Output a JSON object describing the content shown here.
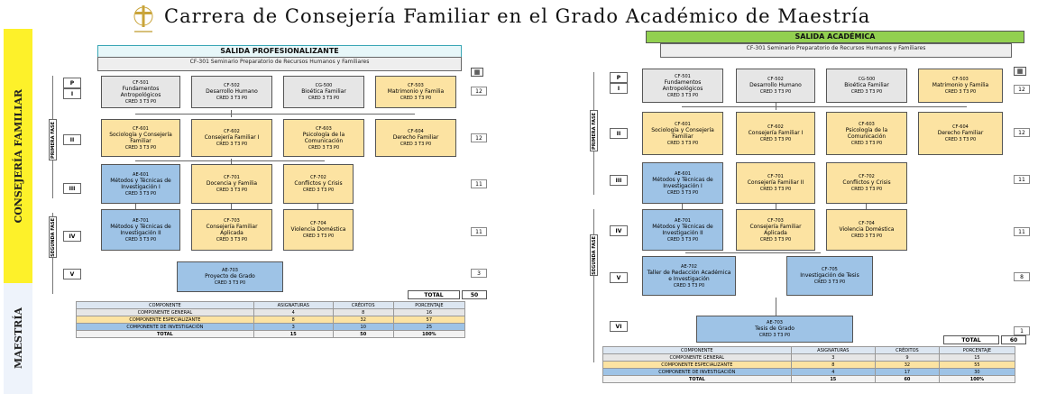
{
  "title": "Carrera de Consejería Familiar en el Grado Académico de Maestría",
  "band_labels": {
    "upper": "CONSEJERÍA FAMILIAR",
    "lower": "MAESTRÍA"
  },
  "left": {
    "section_label": "SALIDA PROFESIONALIZANTE",
    "subtitle": "CF-301 Seminario Preparatorio de Recursos Humanos y Familiares",
    "phase_labels": [
      "PRIMERA FASE",
      "SEGUNDA FASE"
    ],
    "semesters": [
      "P",
      "I",
      "II",
      "III",
      "IV",
      "V"
    ],
    "semester_credits": [
      "",
      "12",
      "12",
      "11",
      "11",
      "3"
    ],
    "row1": [
      {
        "code": "CF-501",
        "name": "Fundamentos Antropológicos",
        "hrs": "CRED 3 T3 P0"
      },
      {
        "code": "CF-502",
        "name": "Desarrollo Humano",
        "hrs": "CRED 3 T3 P0"
      },
      {
        "code": "CG-500",
        "name": "Bioética Familiar",
        "hrs": "CRED 3 T3 P0"
      },
      {
        "code": "CF-503",
        "name": "Matrimonio y Familia",
        "hrs": "CRED 3 T3 P0"
      }
    ],
    "row2": [
      {
        "code": "CF-601",
        "name": "Sociología y Consejería Familiar",
        "hrs": "CRED 3 T3 P0"
      },
      {
        "code": "CF-602",
        "name": "Consejería Familiar I",
        "hrs": "CRED 3 T3 P0"
      },
      {
        "code": "CF-603",
        "name": "Psicología de la Comunicación",
        "hrs": "CRED 3 T3 P0"
      },
      {
        "code": "CF-604",
        "name": "Derecho Familiar",
        "hrs": "CRED 3 T3 P0"
      }
    ],
    "row3": [
      {
        "code": "AE-601",
        "name": "Métodos y Técnicas de Investigación I",
        "hrs": "CRED 3 T3 P0"
      },
      {
        "code": "CF-701",
        "name": "Docencia y Familia",
        "hrs": "CRED 3 T3 P0"
      },
      {
        "code": "CF-702",
        "name": "Conflictos y Crisis",
        "hrs": "CRED 3 T3 P0"
      }
    ],
    "row4": [
      {
        "code": "AE-701",
        "name": "Métodos y Técnicas de Investigación II",
        "hrs": "CRED 3 T3 P0"
      },
      {
        "code": "CF-703",
        "name": "Consejería Familiar Aplicada",
        "hrs": "CRED 3 T3 P0"
      },
      {
        "code": "CF-704",
        "name": "Violencia Doméstica",
        "hrs": "CRED 3 T3 P0"
      }
    ],
    "row5": [
      {
        "code": "AE-703",
        "name": "Proyecto de Grado",
        "hrs": "CRED 3 T3 P0"
      }
    ],
    "total_label": "TOTAL",
    "total_value": "50",
    "table": {
      "headers": [
        "COMPONENTE",
        "ASIGNATURAS",
        "CRÉDITOS",
        "PORCENTAJE"
      ],
      "rows": [
        [
          "COMPONENTE GENERAL",
          "4",
          "8",
          "16"
        ],
        [
          "COMPONENTE ESPECIALIZANTE",
          "8",
          "32",
          "57"
        ],
        [
          "COMPONENTE DE INVESTIGACIÓN",
          "3",
          "10",
          "25"
        ],
        [
          "TOTAL",
          "15",
          "50",
          "100%"
        ]
      ]
    }
  },
  "right": {
    "section_label": "SALIDA ACADÉMICA",
    "subtitle": "CF-301 Seminario Preparatorio de Recursos Humanos y Familiares",
    "phase_labels": [
      "PRIMERA FASE",
      "SEGUNDA FASE"
    ],
    "semesters": [
      "P",
      "I",
      "II",
      "III",
      "IV",
      "V",
      "VI"
    ],
    "semester_credits": [
      "",
      "12",
      "12",
      "11",
      "11",
      "8",
      "1"
    ],
    "row1": [
      {
        "code": "CF-501",
        "name": "Fundamentos Antropológicos",
        "hrs": "CRED 3 T3 P0"
      },
      {
        "code": "CF-502",
        "name": "Desarrollo Humano",
        "hrs": "CRED 3 T3 P0"
      },
      {
        "code": "CG-500",
        "name": "Bioética Familiar",
        "hrs": "CRED 3 T3 P0"
      },
      {
        "code": "CF-503",
        "name": "Matrimonio y Familia",
        "hrs": "CRED 3 T3 P0"
      }
    ],
    "row2": [
      {
        "code": "CF-601",
        "name": "Sociología y Consejería Familiar",
        "hrs": "CRED 3 T3 P0"
      },
      {
        "code": "CF-602",
        "name": "Consejería Familiar I",
        "hrs": "CRED 3 T3 P0"
      },
      {
        "code": "CF-603",
        "name": "Psicología de la Comunicación",
        "hrs": "CRED 3 T3 P0"
      },
      {
        "code": "CF-604",
        "name": "Derecho Familiar",
        "hrs": "CRED 3 T3 P0"
      }
    ],
    "row3": [
      {
        "code": "AE-601",
        "name": "Métodos y Técnicas de Investigación I",
        "hrs": "CRED 3 T3 P0"
      },
      {
        "code": "CF-701",
        "name": "Consejería Familiar II",
        "hrs": "CRED 3 T3 P0"
      },
      {
        "code": "CF-702",
        "name": "Conflictos y Crisis",
        "hrs": "CRED 3 T3 P0"
      }
    ],
    "row4": [
      {
        "code": "AE-701",
        "name": "Métodos y Técnicas de Investigación II",
        "hrs": "CRED 3 T3 P0"
      },
      {
        "code": "CF-703",
        "name": "Consejería Familiar Aplicada",
        "hrs": "CRED 3 T3 P0"
      },
      {
        "code": "CF-704",
        "name": "Violencia Doméstica",
        "hrs": "CRED 3 T3 P0"
      }
    ],
    "row5": [
      {
        "code": "AE-702",
        "name": "Taller de Redacción Académica e Investigación",
        "hrs": "CRED 3 T3 P0"
      },
      {
        "code": "CF-705",
        "name": "Investigación de Tesis",
        "hrs": "CRED 3 T3 P0"
      }
    ],
    "row6": [
      {
        "code": "AE-703",
        "name": "Tesis de Grado",
        "hrs": "CRED 3 T3 P0"
      }
    ],
    "total_label": "TOTAL",
    "total_value": "60",
    "table": {
      "headers": [
        "COMPONENTE",
        "ASIGNATURAS",
        "CRÉDITOS",
        "PORCENTAJE"
      ],
      "rows": [
        [
          "COMPONENTE GENERAL",
          "3",
          "9",
          "15"
        ],
        [
          "COMPONENTE ESPECIALIZANTE",
          "8",
          "32",
          "55"
        ],
        [
          "COMPONENTE DE INVESTIGACIÓN",
          "4",
          "17",
          "30"
        ],
        [
          "TOTAL",
          "15",
          "60",
          "100%"
        ]
      ]
    }
  }
}
